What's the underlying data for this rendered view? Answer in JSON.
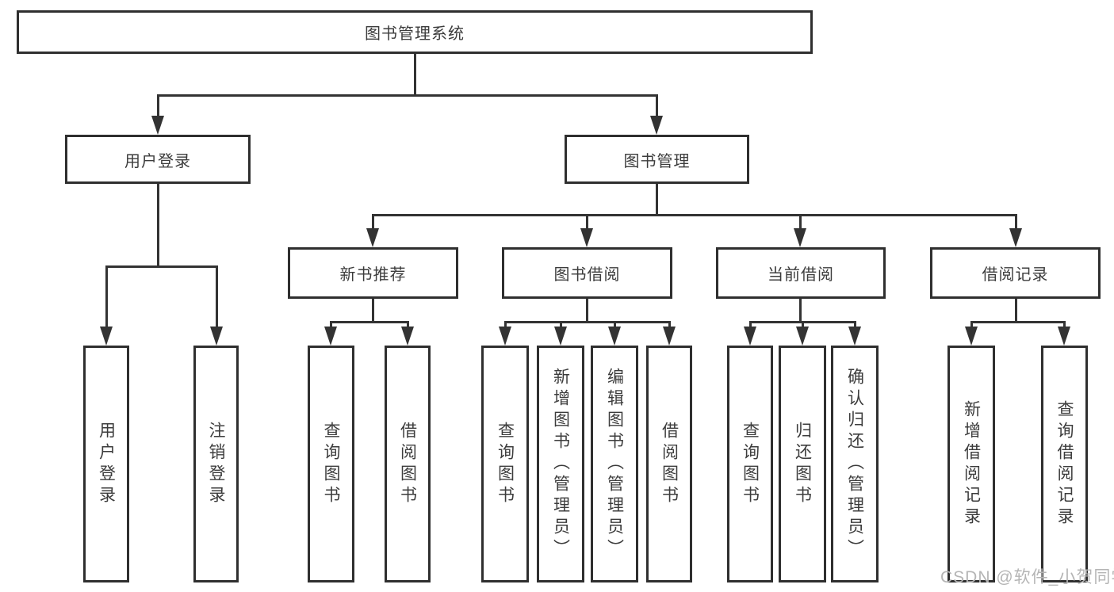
{
  "tree": {
    "root": "图书管理系统",
    "login_branch": {
      "label": "用户登录",
      "leaves": [
        "用户登录",
        "注销登录"
      ]
    },
    "mgmt_branch": {
      "label": "图书管理",
      "groups": [
        {
          "label": "新书推荐",
          "leaves": [
            "查询图书",
            "借阅图书"
          ]
        },
        {
          "label": "图书借阅",
          "leaves": [
            "查询图书",
            "新增图书（管理员）",
            "编辑图书（管理员）",
            "借阅图书"
          ]
        },
        {
          "label": "当前借阅",
          "leaves": [
            "查询图书",
            "归还图书",
            "确认归还（管理员）"
          ]
        },
        {
          "label": "借阅记录",
          "leaves": [
            "新增借阅记录",
            "查询借阅记录"
          ]
        }
      ]
    }
  },
  "watermark": "CSDN @软件_小贺同学",
  "colors": {
    "line": "#333333",
    "box_border": "#2f2f2f",
    "box_fill": "#ffffff",
    "text": "#3c3c3c",
    "watermark": "#b5b5b5",
    "background": "#ffffff"
  }
}
